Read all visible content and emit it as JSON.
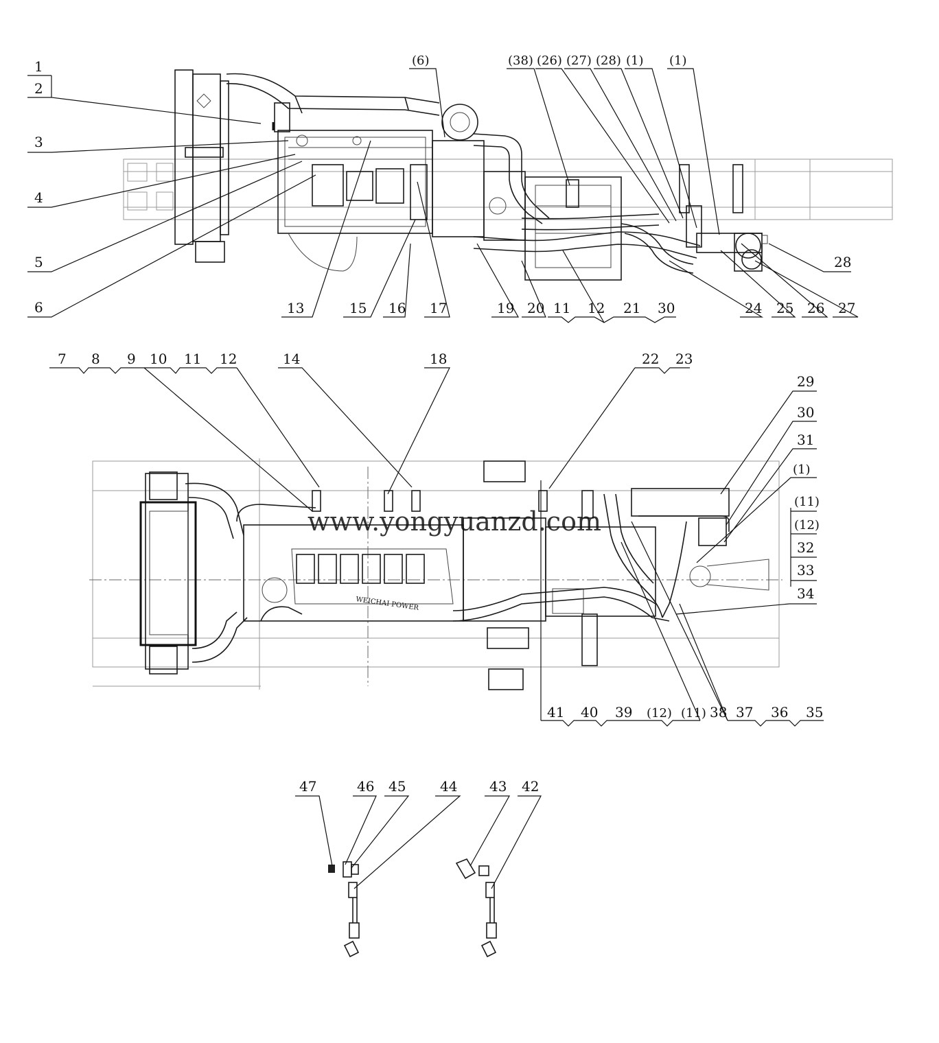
{
  "watermark": "www.yongyuanzd.com",
  "top_view": {
    "left_labels": [
      "1",
      "2",
      "3",
      "4",
      "5",
      "6"
    ],
    "top_labels": [
      "(6)",
      "(38)",
      "(26)",
      "(27)",
      "(28)",
      "(1)",
      "(1)"
    ],
    "right_label": "28",
    "bottom_labels": [
      "13",
      "15",
      "16",
      "17",
      "19",
      "20",
      "11",
      "12",
      "21",
      "30",
      "24",
      "25",
      "26",
      "27"
    ]
  },
  "side_view": {
    "top_labels": [
      "7",
      "8",
      "9",
      "10",
      "11",
      "12",
      "14",
      "18",
      "22",
      "23"
    ],
    "right_labels": [
      "29",
      "30",
      "31",
      "(1)"
    ],
    "right_box_labels": [
      "(11)",
      "(12)",
      "32",
      "33",
      "34"
    ],
    "bottom_labels": [
      "41",
      "40",
      "39",
      "(12)",
      "(11)",
      "38",
      "37",
      "36",
      "35"
    ],
    "engine_brand": "WEICHAI POWER"
  },
  "detail": {
    "labels": [
      "47",
      "46",
      "45",
      "44",
      "43",
      "42"
    ]
  }
}
